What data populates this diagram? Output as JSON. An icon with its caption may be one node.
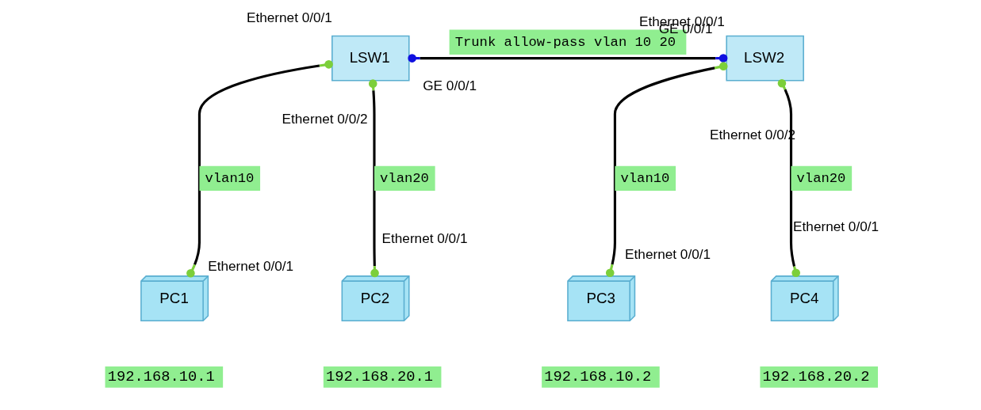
{
  "diagram": {
    "nodes": [
      {
        "text": [
          "LSW1"
        ]
      },
      {
        "text": [
          "LSW2"
        ]
      },
      {
        "text": [
          "PC1"
        ],
        "beside": [
          "192.168.10.1"
        ]
      },
      {
        "text": [
          "PC2"
        ],
        "beside": [
          "192.168.20.1"
        ]
      },
      {
        "text": [
          "PC3"
        ],
        "beside": [
          "192.168.10.2"
        ]
      },
      {
        "text": [
          "PC4"
        ],
        "beside": [
          "192.168.20.2"
        ]
      }
    ],
    "edges": [
      {
        "from": 0,
        "to": 1,
        "arrow": "other",
        "label": "Trunk allow-pass vlan 10 20"
      },
      {
        "from": 0,
        "to": 2,
        "arrow": "other",
        "label": "vlan10"
      },
      {
        "from": 0,
        "to": 3,
        "arrow": "other",
        "label": "vlan20"
      },
      {
        "from": 1,
        "to": 4,
        "arrow": "other",
        "label": "vlan10"
      },
      {
        "from": 1,
        "to": 5,
        "arrow": "other",
        "label": "vlan20"
      }
    ],
    "labels": [
      "GE 0/0/1",
      "GE 0/0/1",
      "Ethernet 0/0/1",
      "Ethernet 0/0/2",
      "Ethernet 0/0/1",
      "Ethernet 0/0/2",
      "Ethernet 0/0/1",
      "Ethernet 0/0/1",
      "Ethernet 0/0/1",
      "Ethernet 0/0/1"
    ]
  }
}
